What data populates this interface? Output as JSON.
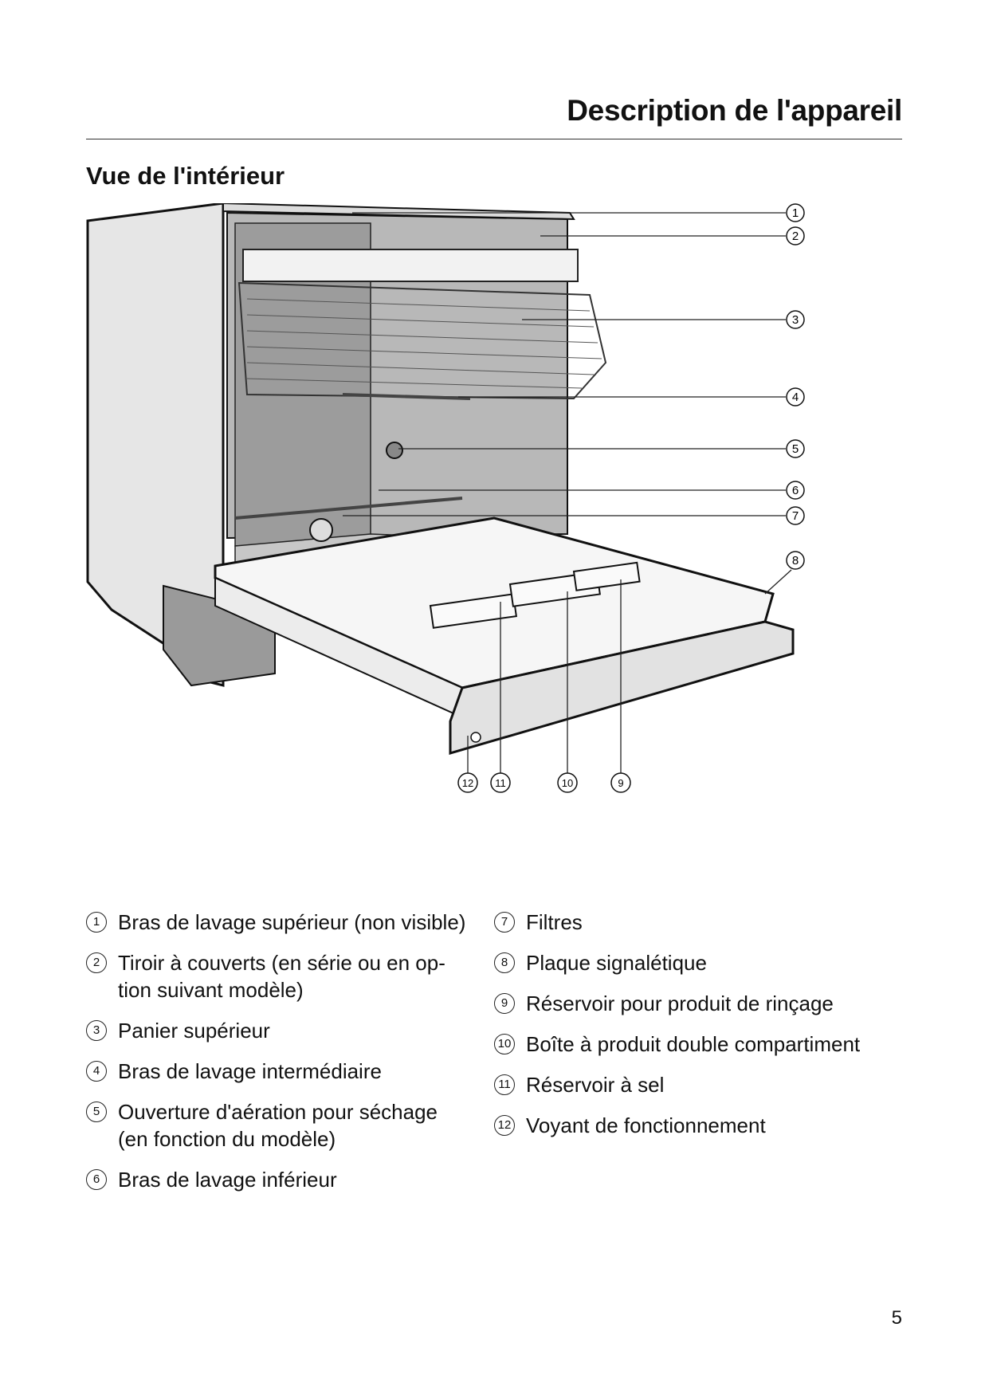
{
  "header": {
    "title": "Description de l'appareil"
  },
  "section": {
    "title": "Vue de l'intérieur"
  },
  "figure": {
    "callouts_right": [
      "1",
      "2",
      "3",
      "4",
      "5",
      "6",
      "7",
      "8"
    ],
    "callouts_bottom": [
      "12",
      "11",
      "10",
      "9"
    ]
  },
  "legend": {
    "left": [
      {
        "num": "1",
        "text": "Bras de lavage supérieur (non visible)"
      },
      {
        "num": "2",
        "text": "Tiroir à couverts (en série ou en op-\ntion suivant modèle)"
      },
      {
        "num": "3",
        "text": "Panier supérieur"
      },
      {
        "num": "4",
        "text": "Bras de lavage intermédiaire"
      },
      {
        "num": "5",
        "text": "Ouverture d'aération pour séchage\n(en fonction du modèle)"
      },
      {
        "num": "6",
        "text": "Bras de lavage inférieur"
      }
    ],
    "right": [
      {
        "num": "7",
        "text": "Filtres"
      },
      {
        "num": "8",
        "text": "Plaque signalétique"
      },
      {
        "num": "9",
        "text": "Réservoir pour produit de rinçage"
      },
      {
        "num": "10",
        "text": "Boîte à produit double compartiment"
      },
      {
        "num": "11",
        "text": "Réservoir à sel"
      },
      {
        "num": "12",
        "text": "Voyant de fonctionnement"
      }
    ]
  },
  "footer": {
    "page_number": "5"
  }
}
